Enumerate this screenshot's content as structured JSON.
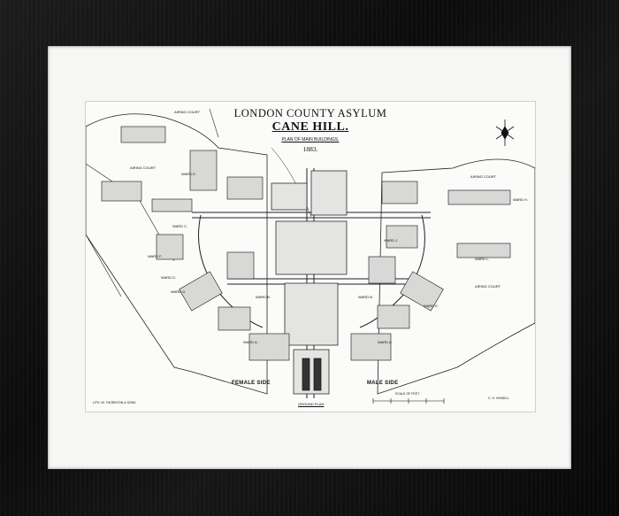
{
  "plan": {
    "title": "LONDON COUNTY ASYLUM",
    "subtitle": "CANE HILL.",
    "caption": "PLAN OF MAIN BUILDINGS.",
    "year": "1883.",
    "female_side": "FEMALE SIDE",
    "male_side": "MALE SIDE",
    "ground_plan": "GROUND PLAN",
    "printer": "LITH. W. THORNTON & SONS",
    "architect": "C. H. HOWELL",
    "scale_label": "SCALE OF FEET",
    "court_label": "AIRING COURT",
    "ward_labels": [
      "WARD E.",
      "WARD C.",
      "WARD F.",
      "WARD D.",
      "WARD G.",
      "WARD B.",
      "WARD A.",
      "WARD J.",
      "WARD K.",
      "WARD L.",
      "WARD H.",
      "WARD B.",
      "WARD A."
    ]
  },
  "colors": {
    "frame": "#0b0b0b",
    "mat": "#f6f6f4",
    "ink": "#111111"
  }
}
